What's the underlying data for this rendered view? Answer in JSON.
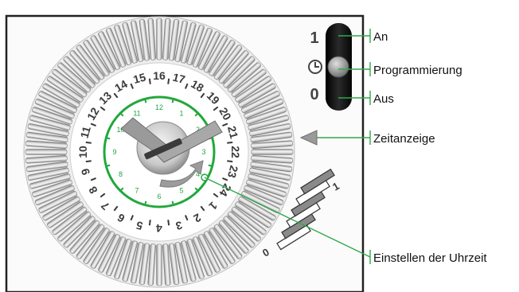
{
  "timer": {
    "outer_numbers": [
      "1",
      "2",
      "3",
      "4",
      "5",
      "6",
      "7",
      "8",
      "9",
      "10",
      "11",
      "12",
      "13",
      "14",
      "15",
      "16",
      "17",
      "18",
      "19",
      "20",
      "21",
      "22",
      "23",
      "24"
    ],
    "inner_numbers": [
      "1",
      "2",
      "3",
      "4",
      "5",
      "6",
      "7",
      "8",
      "9",
      "10",
      "11",
      "12"
    ],
    "switch": {
      "on_mark": "1",
      "off_mark": "0"
    },
    "scale": {
      "top_mark": "1",
      "bottom_mark": "0"
    }
  },
  "callouts": {
    "on": "An",
    "programming": "Programmierung",
    "off": "Aus",
    "time_indicator": "Zeitanzeige",
    "set_time": "Einstellen der Uhrzeit"
  },
  "colors": {
    "callout_line": "#2fa84a",
    "inner_ring": "#22a83c",
    "switch_body": "#1a1a1a",
    "segment_light": "#f2f2f2",
    "segment_shadow": "#9a9a9a"
  }
}
